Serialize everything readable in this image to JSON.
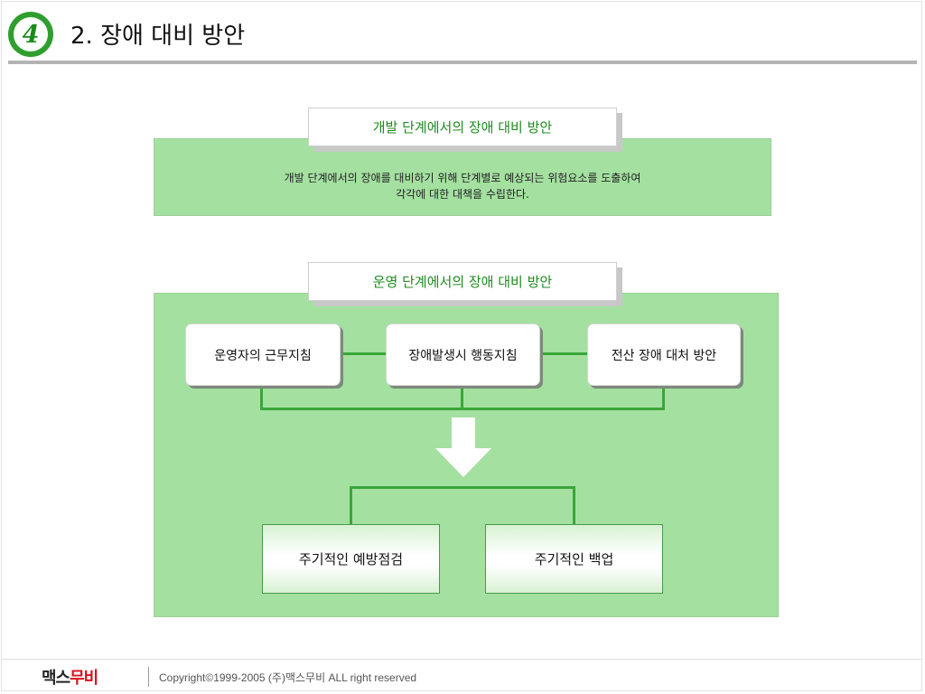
{
  "header": {
    "badge_number": "4",
    "title": "2. 장애 대비 방안"
  },
  "development": {
    "heading": "개발 단계에서의 장애 대비 방안",
    "line1": "개발 단계에서의 장애를 대비하기 위해 단계별로 예상되는 위험요소를 도출하여",
    "line2": "각각에 대한 대책을 수립한다."
  },
  "operation": {
    "heading": "운영 단계에서의 장애 대비 방안",
    "top_boxes": [
      "운영자의 근무지침",
      "장애발생시 행동지침",
      "전산 장애 대처 방안"
    ],
    "bottom_boxes": [
      "주기적인 예방점검",
      "주기적인 백업"
    ]
  },
  "colors": {
    "accent_green": "#2f9e2f",
    "panel_green": "#a4e0a0",
    "logo_red": "#d8101a"
  },
  "footer": {
    "logo_part1": "맥스",
    "logo_part2": "무비",
    "copyright": "Copyright©1999-2005 (주)맥스무비 ALL right reserved"
  }
}
